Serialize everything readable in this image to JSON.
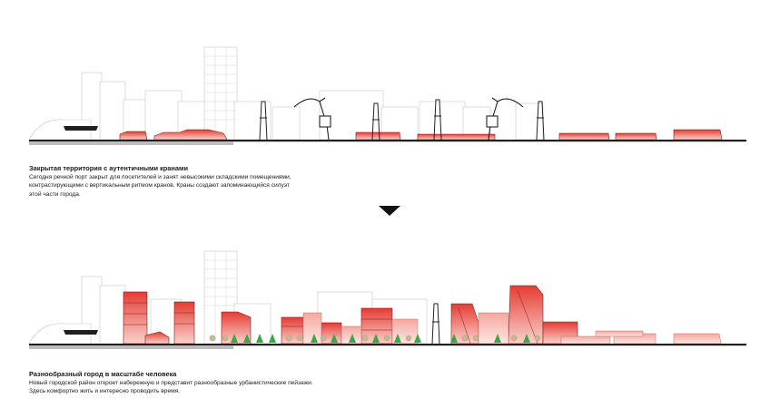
{
  "colors": {
    "accent_red": "#e8453c",
    "light_red": "#f7b5ae",
    "outline": "#c8c8c8",
    "ground": "#1f1f1f",
    "tree_green": "#3aa84a"
  },
  "top_section": {
    "title": "Закрытая территория с аутентичными кранами",
    "body": [
      "Сегодня речной порт закрыт для посетителей и занят невысокими складскими помещениями,",
      "контрастирующими с вертикальным ритмом кранов. Краны создают запоминающийся силуэт",
      "этой части города."
    ]
  },
  "transition_arrow": {
    "icon": "down-triangle-icon"
  },
  "bottom_section": {
    "title": "Разнообразный город в масштабе человека",
    "body": [
      "Новый городской район откроет набережную и представит разнообразные  урбанистические пейзажи.",
      "Здесь комфортно жить и интересно проводить время."
    ]
  }
}
